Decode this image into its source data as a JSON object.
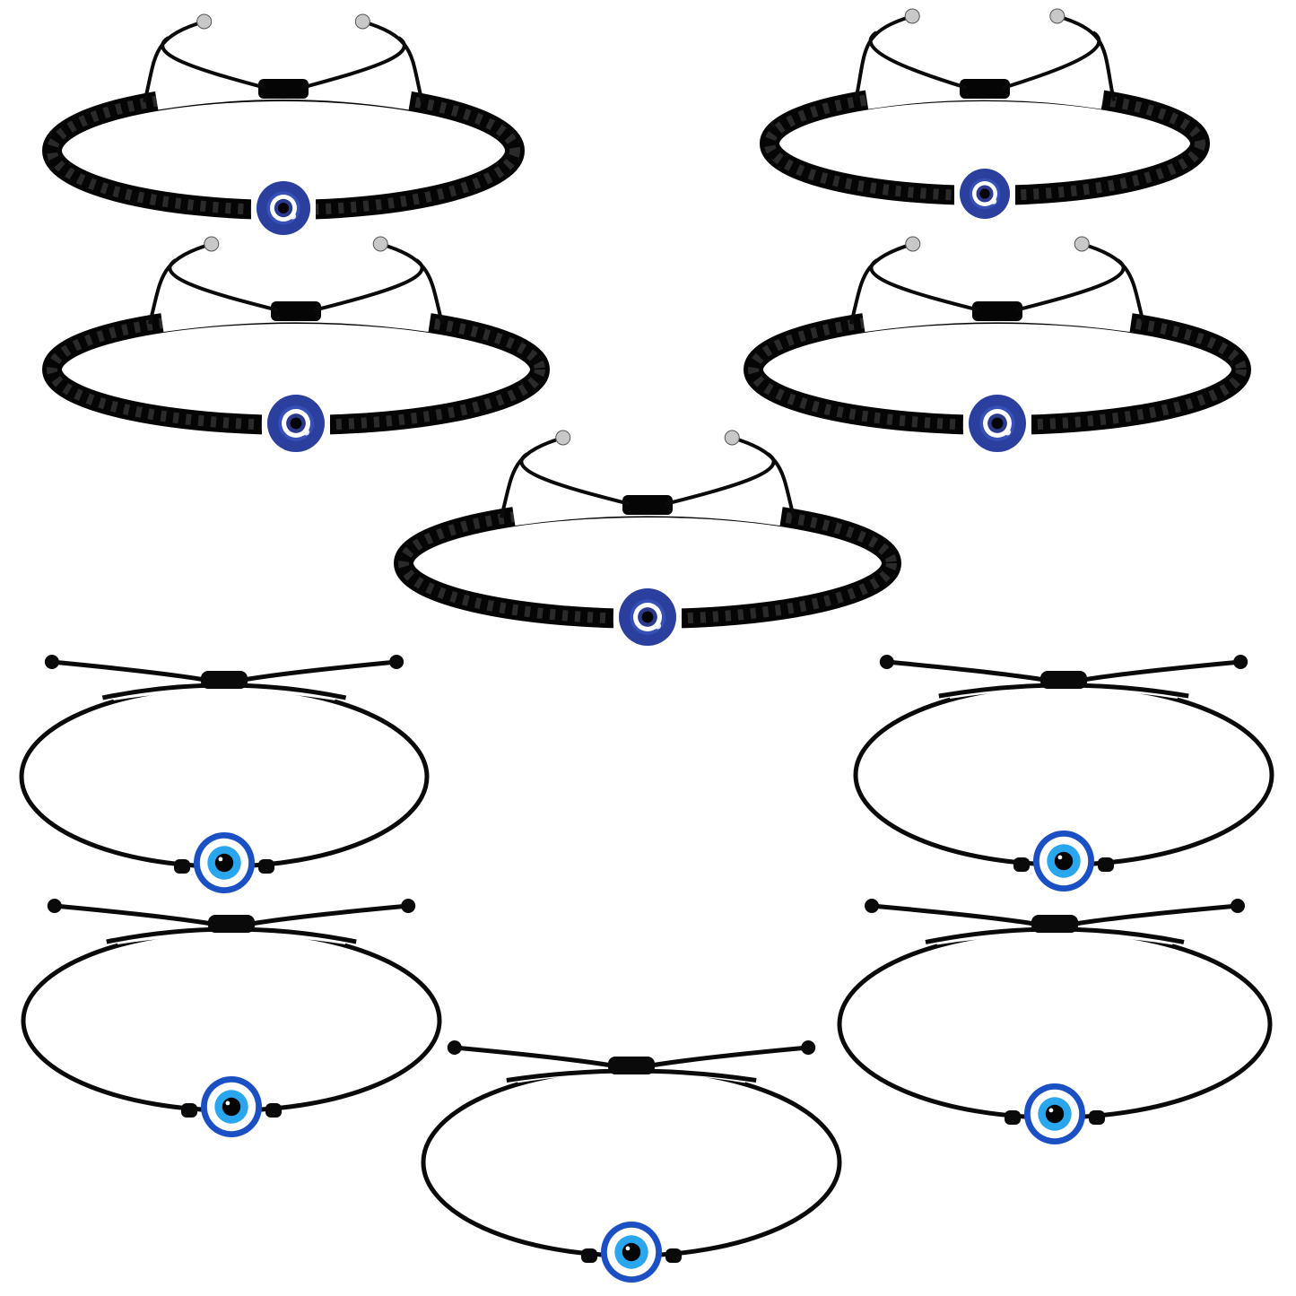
{
  "colors": {
    "background": "#ffffff",
    "cord": "#0a0a0a",
    "braid": "#050505",
    "bead_dark_blue": "#2a3f9e",
    "bead_light_blue": "#1e78d6",
    "bead_white": "#ffffff",
    "pupil": "#050505",
    "silver": "#c8c8c8"
  },
  "bracelets": [
    {
      "style": "braided",
      "bead": "dark-eye"
    },
    {
      "style": "braided",
      "bead": "dark-eye"
    },
    {
      "style": "braided",
      "bead": "dark-eye"
    },
    {
      "style": "braided",
      "bead": "dark-eye"
    },
    {
      "style": "braided",
      "bead": "dark-eye"
    },
    {
      "style": "cord",
      "bead": "light-eye"
    },
    {
      "style": "cord",
      "bead": "light-eye"
    },
    {
      "style": "cord",
      "bead": "light-eye"
    },
    {
      "style": "cord",
      "bead": "light-eye"
    },
    {
      "style": "cord",
      "bead": "light-eye"
    }
  ]
}
